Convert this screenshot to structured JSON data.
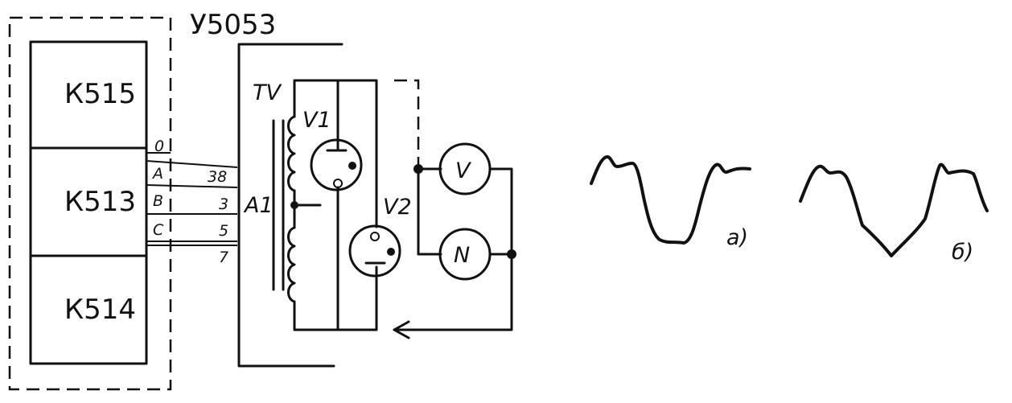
{
  "device_label": "У5053",
  "blocks": [
    {
      "label": "К515"
    },
    {
      "label": "К513"
    },
    {
      "label": "К514"
    }
  ],
  "phase_labels": [
    "0",
    "A",
    "B",
    "C"
  ],
  "terminal_labels": [
    "38",
    "3",
    "5",
    "7"
  ],
  "component_labels": {
    "transformer": "TV",
    "diode1": "V1",
    "diode2": "V2",
    "connector": "A1",
    "voltmeter": "V",
    "frequency_meter": "N"
  },
  "waveform_labels": [
    "а)",
    "б)"
  ]
}
